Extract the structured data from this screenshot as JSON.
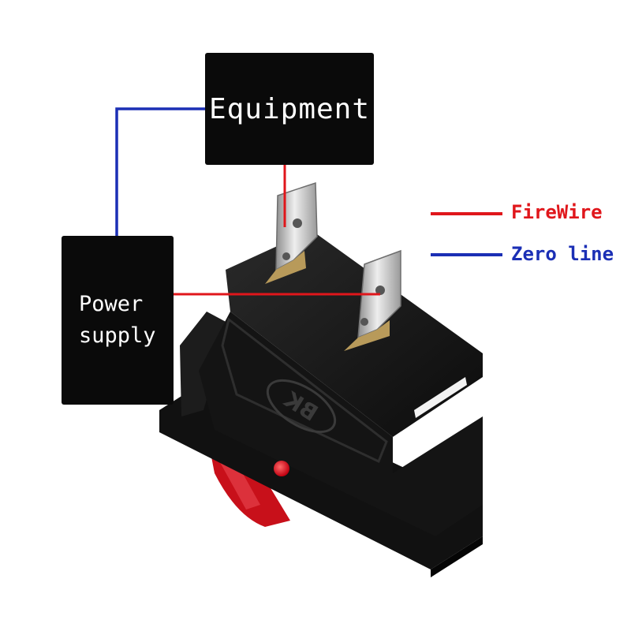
{
  "labels": {
    "equipment": "Equipment",
    "power_line1": "Power",
    "power_line2": "supply"
  },
  "legend": {
    "fire": {
      "label": "FireWire",
      "color": "#e0161b"
    },
    "zero": {
      "label": "Zero line",
      "color": "#1b2fb5"
    }
  },
  "device": {
    "embossed_mark": "BK",
    "body_color": "#151515",
    "rocker_color": "#c8101a"
  }
}
